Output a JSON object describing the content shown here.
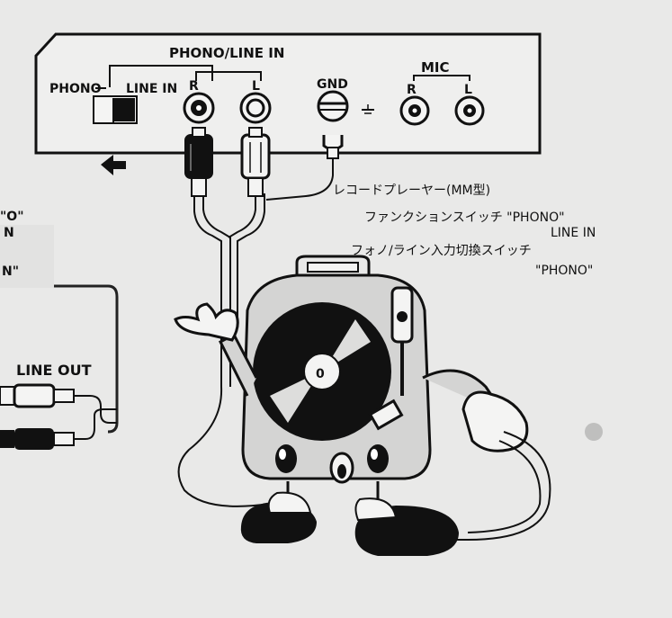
{
  "panel": {
    "group_label": "PHONO/LINE IN",
    "switch_phono": "PHONO",
    "switch_line_in": "LINE IN",
    "channel_r": "R",
    "channel_l": "L",
    "gnd_label": "GND",
    "mic_label": "MIC",
    "mic_r": "R",
    "mic_l": "L"
  },
  "left_edge": {
    "partial_1": "\"O\"",
    "partial_2": "N",
    "partial_3": "N\"",
    "line_out_label": "LINE OUT"
  },
  "annotations": {
    "record_player": "レコードプレーヤー(MM型)",
    "function_switch": "ファンクションスイッチ \"PHONO\"",
    "function_switch_2": "LINE IN",
    "phono_line_switch": "フォノ/ライン入力切換スイッチ",
    "phono_value": "\"PHONO\""
  },
  "colors": {
    "ink": "#111111",
    "paper": "#e9e9e8",
    "panel": "#ededec",
    "mascot_body": "#d4d4d3"
  }
}
